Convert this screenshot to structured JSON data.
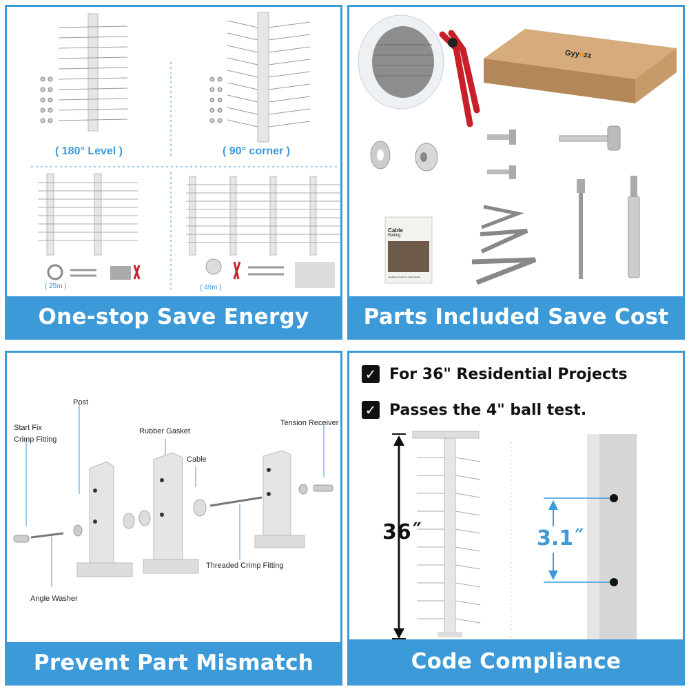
{
  "panels": {
    "energy": {
      "banner": "One-stop Save Energy",
      "level_label": "( 180° Level )",
      "corner_label": "( 90° corner )",
      "kit_small_label": "( 25m )",
      "kit_large_label": "( 49m )"
    },
    "parts": {
      "banner": "Parts Included Save Cost",
      "brand": "Gyy",
      "brand_rest": "zz",
      "manual_title": "Cable",
      "manual_subtitle": "Railing",
      "manual_footer": "Installation Guide For Cable Railing"
    },
    "mismatch": {
      "banner": "Prevent Part Mismatch",
      "labels": {
        "start_fix": "Start Fix",
        "crimp_fitting": "Crimp Fitting",
        "post": "Post",
        "rubber_gasket": "Rubber Gasket",
        "cable": "Cable",
        "tension_receiver": "Tension Receiver",
        "threaded_crimp": "Threaded Crimp Fitting",
        "angle_washer": "Angle Washer"
      }
    },
    "compliance": {
      "banner": "Code Compliance",
      "check1": "For 36\" Residential Projects",
      "check2": "Passes the 4\" ball test.",
      "height_label": "36˝",
      "spacing_label": "3.1˝",
      "check_icon": "check-icon"
    }
  },
  "colors": {
    "accent": "#3d9ad8",
    "pliers_red": "#c8202a",
    "box_brown": "#c79a6a"
  }
}
